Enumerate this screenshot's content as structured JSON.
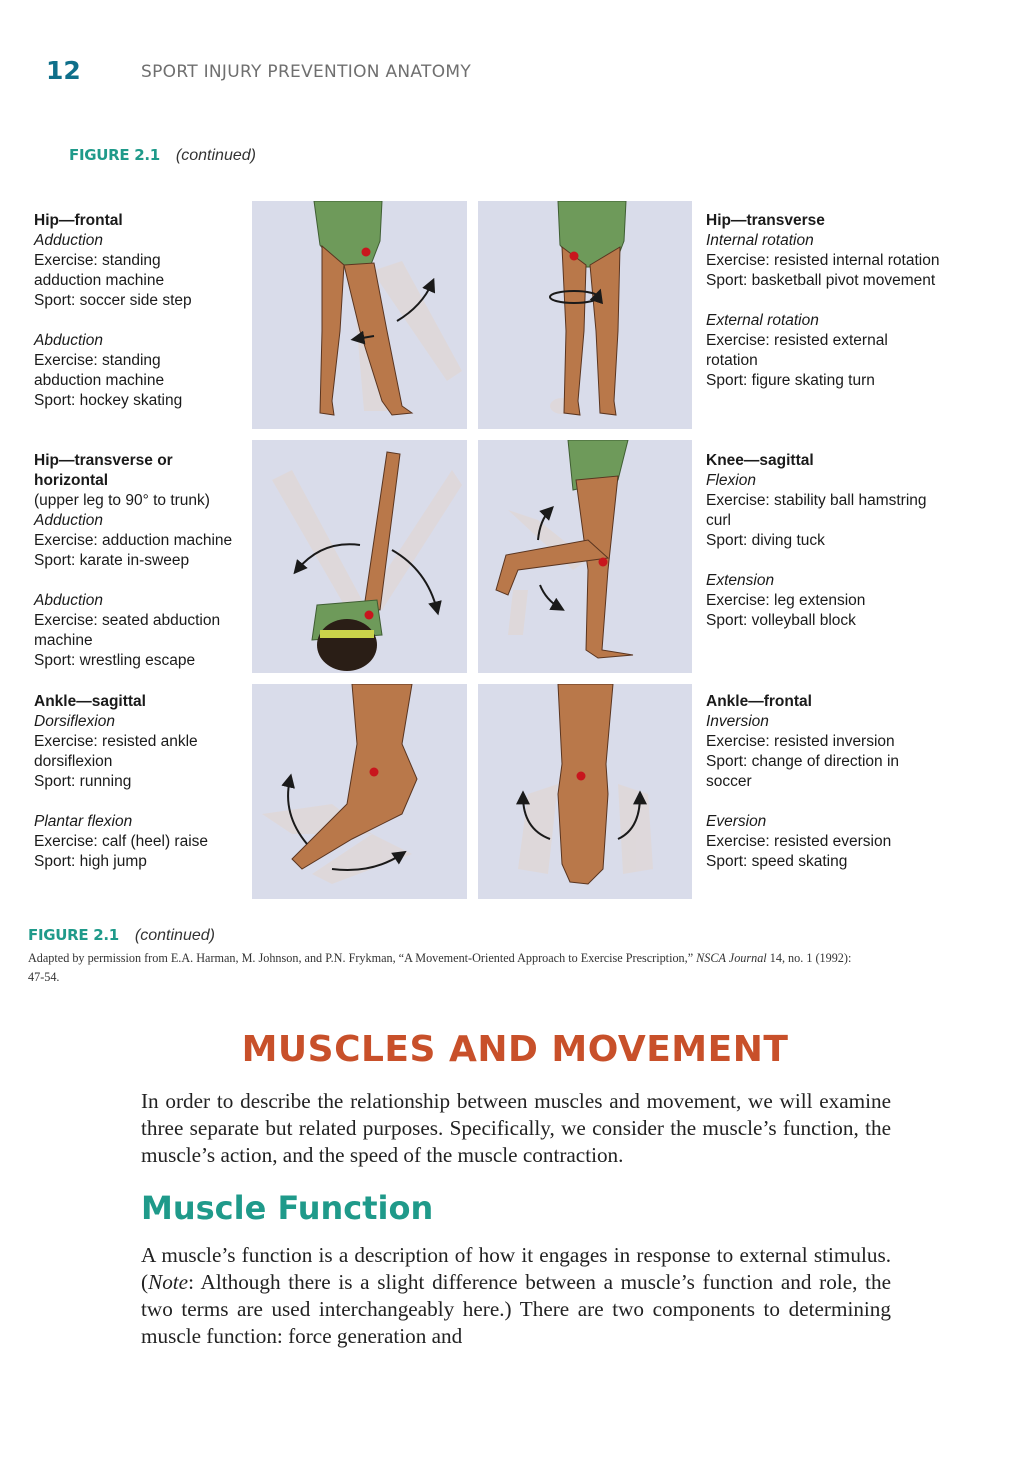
{
  "header": {
    "page_number": "12",
    "running_head": "SPORT INJURY PREVENTION ANATOMY"
  },
  "figure": {
    "label": "FIGURE 2.1",
    "continued": "(continued)",
    "panels": {
      "hip_frontal": {
        "title": "Hip—frontal",
        "a_name": "Adduction",
        "a_lines": [
          "Exercise: standing",
          "adduction machine",
          "Sport: soccer side step"
        ],
        "b_name": "Abduction",
        "b_lines": [
          "Exercise: standing",
          "abduction machine",
          "Sport: hockey skating"
        ]
      },
      "hip_transverse": {
        "title": "Hip—transverse",
        "a_name": "Internal rotation",
        "a_lines": [
          "Exercise: resisted internal rotation",
          "Sport: basketball pivot movement"
        ],
        "b_name": "External rotation",
        "b_lines": [
          "Exercise: resisted external",
          "rotation",
          "Sport: figure skating turn"
        ]
      },
      "hip_horizontal": {
        "title_lines": [
          "Hip—transverse or",
          "horizontal"
        ],
        "note": "(upper leg to 90° to trunk)",
        "a_name": "Adduction",
        "a_lines": [
          "Exercise: adduction machine",
          "Sport: karate in-sweep"
        ],
        "b_name": "Abduction",
        "b_lines": [
          "Exercise: seated abduction",
          "machine",
          "Sport: wrestling escape"
        ]
      },
      "knee_sagittal": {
        "title": "Knee—sagittal",
        "a_name": "Flexion",
        "a_lines": [
          "Exercise: stability ball hamstring",
          "curl",
          "Sport: diving tuck"
        ],
        "b_name": "Extension",
        "b_lines": [
          "Exercise: leg extension",
          "Sport: volleyball block"
        ]
      },
      "ankle_sagittal": {
        "title": "Ankle—sagittal",
        "a_name": "Dorsiflexion",
        "a_lines": [
          "Exercise: resisted ankle",
          "dorsiflexion",
          "Sport: running"
        ],
        "b_name": "Plantar flexion",
        "b_lines": [
          "Exercise: calf (heel) raise",
          "Sport: high jump"
        ]
      },
      "ankle_frontal": {
        "title": "Ankle—frontal",
        "a_name": "Inversion",
        "a_lines": [
          "Exercise: resisted inversion",
          "Sport: change of direction in",
          "soccer"
        ],
        "b_name": "Eversion",
        "b_lines": [
          "Exercise: resisted eversion",
          "Sport: speed skating"
        ]
      }
    },
    "credit_prefix": "Adapted by permission from E.A. Harman, M. Johnson, and P.N. Frykman, “A Movement-Oriented Approach to Exercise Prescription,” ",
    "credit_journal": "NSCA Journal",
    "credit_suffix": " 14, no. 1 (1992): 47-54."
  },
  "section": {
    "title": "MUSCLES AND MOVEMENT",
    "intro": "In order to describe the relationship between muscles and movement, we will examine three separate but related purposes. Specifically, we consider the muscle’s function, the muscle’s action, and the speed of the muscle contraction.",
    "subsection_title": "Muscle Function",
    "body_before_note": "A muscle’s function is a description of how it engages in response to exter­nal stimulus. (",
    "note_word": "Note",
    "body_after_note": ": Although there is a slight difference between a muscle’s function and role, the two terms are used interchangeably here.) There are two components to determining muscle function: force generation and"
  },
  "colors": {
    "teal": "#1f9a8a",
    "page_number_blue": "#0e6f8a",
    "section_orange": "#c8502a",
    "panel_bg": "#d9dcea",
    "skin": "#b9784a",
    "garment": "#6e9a5a",
    "joint_dot": "#c8161d"
  }
}
